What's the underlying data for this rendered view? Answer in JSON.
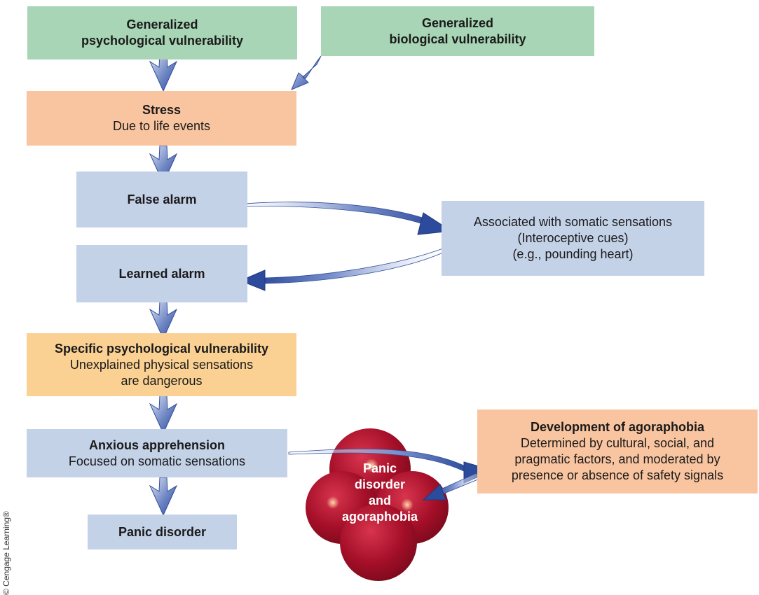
{
  "boxes": {
    "gen_psych": {
      "title": "Generalized\npsychological vulnerability"
    },
    "gen_bio": {
      "title": "Generalized\nbiological vulnerability"
    },
    "stress": {
      "title": "Stress",
      "sub": "Due to life events"
    },
    "false_alarm": {
      "title": "False alarm"
    },
    "somatic": {
      "line1": "Associated with somatic sensations",
      "line2": "(Interoceptive cues)",
      "line3": "(e.g., pounding heart)"
    },
    "learned_alarm": {
      "title": "Learned alarm"
    },
    "specific_vuln": {
      "title": "Specific psychological vulnerability",
      "sub": "Unexplained physical sensations\nare dangerous"
    },
    "anxious": {
      "title": "Anxious apprehension",
      "sub": "Focused on somatic sensations"
    },
    "agoraphobia": {
      "title": "Development of agoraphobia",
      "sub": "Determined by cultural, social, and\npragmatic factors, and moderated by\npresence or absence of safety signals"
    },
    "panic_disorder": {
      "title": "Panic disorder"
    }
  },
  "cluster": {
    "label": "Panic\ndisorder\nand\nagoraphobia"
  },
  "credit": "© Cengage Learning®",
  "colors": {
    "green": "#a8d5b5",
    "salmon": "#f9c5a0",
    "blue": "#c4d2e8",
    "yellow": "#fbd193",
    "arrow": "#5a74b8",
    "cluster": "#b0102a"
  }
}
